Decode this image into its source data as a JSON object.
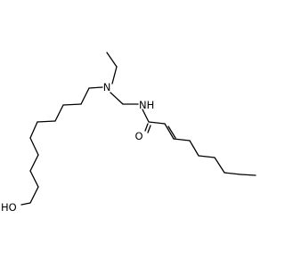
{
  "molecule": {
    "atoms": {
      "nitrogen_amine": "N",
      "nitrogen_amide": "NH",
      "oxygen_carbonyl": "O",
      "hydroxyl": "HO"
    }
  }
}
